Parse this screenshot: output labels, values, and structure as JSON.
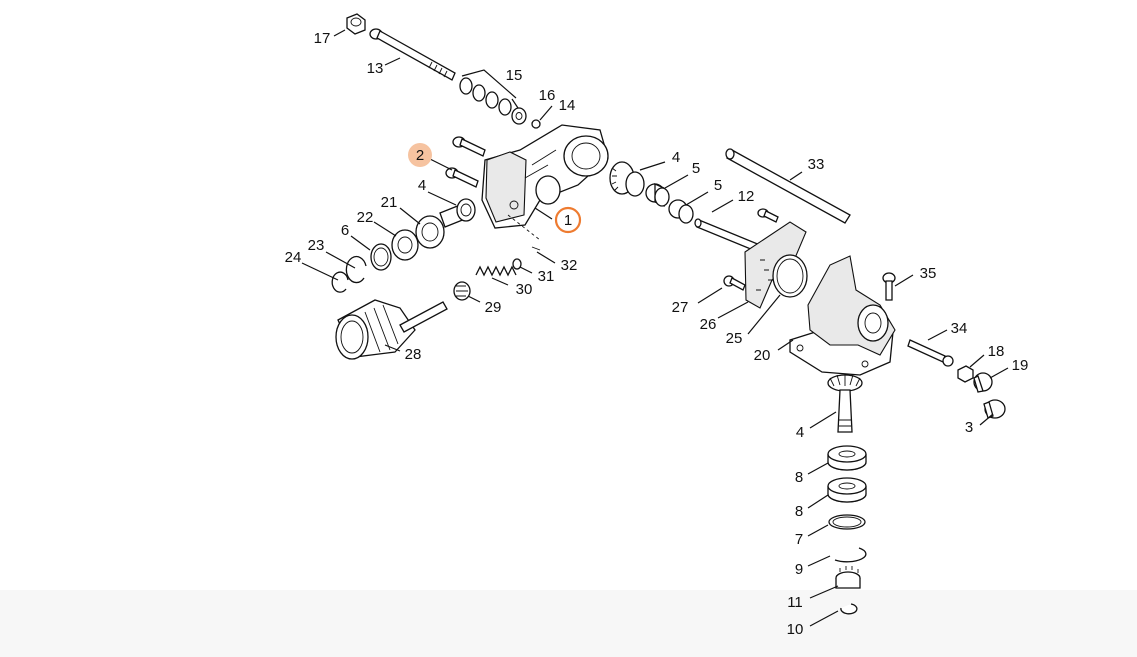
{
  "diagram": {
    "highlight": {
      "primary_color": "#ee7b30",
      "secondary_color": "#f6c3a0"
    },
    "labels": {
      "p1": "1",
      "p2": "2",
      "p3": "3",
      "p4a": "4",
      "p4b": "4",
      "p4c": "4",
      "p5a": "5",
      "p5b": "5",
      "p6": "6",
      "p7": "7",
      "p8a": "8",
      "p8b": "8",
      "p9": "9",
      "p10": "10",
      "p11": "11",
      "p12": "12",
      "p13": "13",
      "p14": "14",
      "p15": "15",
      "p16": "16",
      "p17": "17",
      "p18": "18",
      "p19": "19",
      "p20": "20",
      "p21": "21",
      "p22": "22",
      "p23": "23",
      "p24": "24",
      "p25": "25",
      "p26": "26",
      "p27": "27",
      "p28": "28",
      "p29": "29",
      "p30": "30",
      "p31": "31",
      "p32": "32",
      "p33": "33",
      "p34": "34",
      "p35": "35"
    }
  }
}
